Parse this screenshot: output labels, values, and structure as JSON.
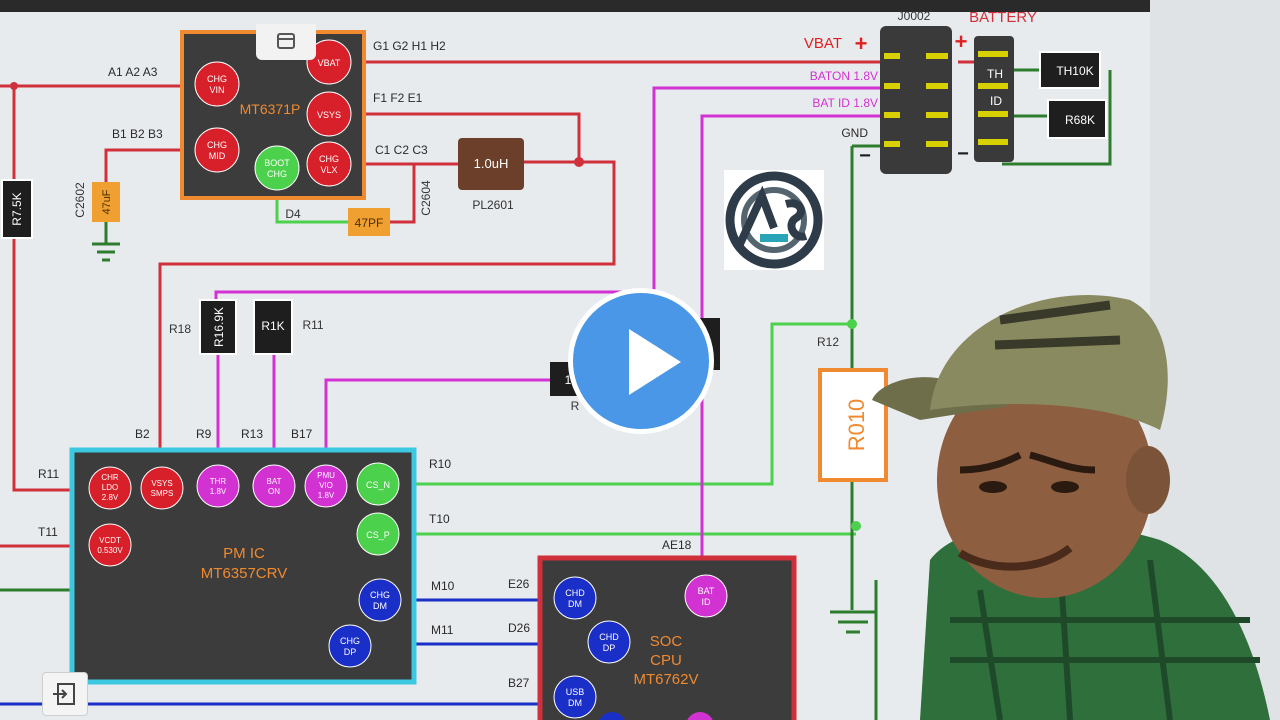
{
  "chips": {
    "charger": {
      "name": "MT6371P"
    },
    "pmic": {
      "name": "PM IC",
      "part": "MT6357CRV"
    },
    "soc": {
      "name1": "SOC",
      "name2": "CPU",
      "part": "MT6762V"
    }
  },
  "connector": {
    "ref": "J0002",
    "battery": "BATTERY",
    "th": "TH",
    "id": "ID",
    "plus": "+",
    "minus": "−"
  },
  "charger_pins": {
    "chg_vin": [
      "CHG",
      "VIN"
    ],
    "chg_mid": [
      "CHG",
      "MID"
    ],
    "vbat": [
      "VBAT"
    ],
    "vsys": [
      "VSYS"
    ],
    "boot_chg": [
      "BOOT",
      "CHG"
    ],
    "chg_vlx": [
      "CHG",
      "VLX"
    ]
  },
  "pmic_pins": {
    "chr_ldo": [
      "CHR",
      "LDO",
      "2.8V"
    ],
    "vsys_smps": [
      "VSYS",
      "SMPS"
    ],
    "thr": [
      "THR",
      "1.8V"
    ],
    "bat_on": [
      "BAT",
      "ON"
    ],
    "pmu_vio": [
      "PMU",
      "VIO",
      "1.8V"
    ],
    "cs_n": [
      "CS_N"
    ],
    "cs_p": [
      "CS_P"
    ],
    "vcdt": [
      "VCDT",
      "0.530V"
    ],
    "chg_dm": [
      "CHG",
      "DM"
    ],
    "chg_dp": [
      "CHG",
      "DP"
    ]
  },
  "soc_pins": {
    "bat_id": [
      "BAT",
      "ID"
    ],
    "chd_dm": [
      "CHD",
      "DM"
    ],
    "chd_dp": [
      "CHD",
      "DP"
    ],
    "usb_dm": [
      "USB",
      "DM"
    ]
  },
  "components": {
    "r75k": "R7.5K",
    "c47uf": "47uF",
    "c2602": "C2602",
    "c47pf": "47PF",
    "c2604": "C2604",
    "d4": "D4",
    "inductor": "1.0uH",
    "pl2601": "PL2601",
    "r169k": "R16.9K",
    "r18": "R18",
    "r1k": "R1K",
    "r11": "R11",
    "r010": "R010",
    "r12": "R12",
    "th10k": "TH10K",
    "r68k": "R68K",
    "hidden_res": "1",
    "hidden_ref": "R"
  },
  "net_labels": {
    "a1a2a3": "A1 A2 A3",
    "b1b2b3": "B1 B2 B3",
    "g1g2h1h2": "G1 G2 H1 H2",
    "f1f2e1": "F1 F2 E1",
    "c1c2c3": "C1 C2 C3",
    "vbat": "VBAT",
    "baton": "BATON 1.8V",
    "batid": "BAT ID 1.8V",
    "gnd": "GND",
    "b2": "B2",
    "r9": "R9",
    "r13": "R13",
    "b17": "B17",
    "r11": "R11",
    "t11": "T11",
    "r10": "R10",
    "t10": "T10",
    "m10": "M10",
    "m11": "M11",
    "e26": "E26",
    "d26": "D26",
    "b27": "B27",
    "ae18": "AE18"
  },
  "colors": {
    "red_wire": "#d0303a",
    "magenta_wire": "#d232d2",
    "green_wire": "#4cd14c",
    "blue_wire": "#1a2ec8",
    "chip_fill": "#3c3c3c",
    "orange": "#f08a30",
    "cyan": "#3cc8e0",
    "pin_red": "#d8202a"
  },
  "icons": {
    "logo": "as-logo-icon",
    "play": "play-icon",
    "exit": "exit-fullscreen-icon",
    "tab": "window-tab-icon"
  }
}
